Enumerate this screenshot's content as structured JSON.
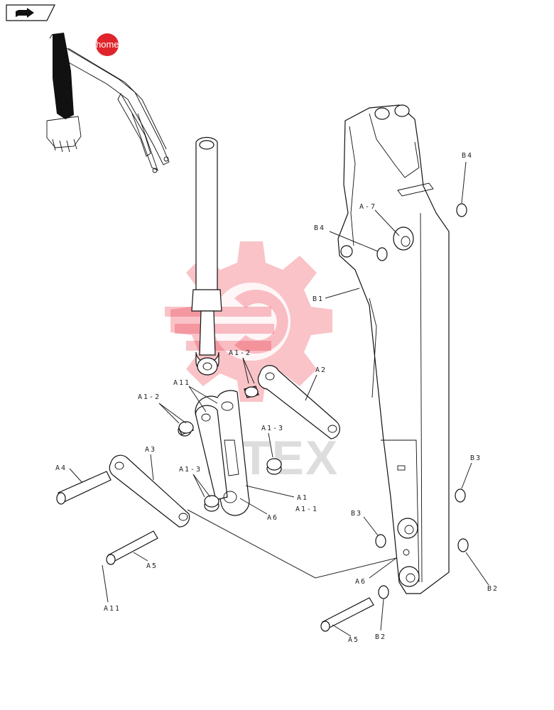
{
  "nav": {
    "home_label": "home",
    "icon": "nav-arrow-icon"
  },
  "watermark": {
    "text": "HTEX",
    "color": "#e8283a"
  },
  "labels": {
    "b4_top": "B4",
    "b4": "B4",
    "a7": "A-7",
    "b1": "B1",
    "a2": "A2",
    "a1_2_right": "A1-2",
    "a11_top": "A11",
    "a1_2_left": "A1-2",
    "a1_3_right": "A1-3",
    "a3": "A3",
    "a4": "A4",
    "a1_3_left": "A1-3",
    "a1": "A1",
    "a1_1": "A1-1",
    "a6_link": "A6",
    "b3_right": "B3",
    "b3_left": "B3",
    "a5_left": "A5",
    "a6": "A6",
    "b2_right": "B2",
    "a11_bottom": "A11",
    "b2": "B2",
    "a5_bottom": "A5"
  }
}
